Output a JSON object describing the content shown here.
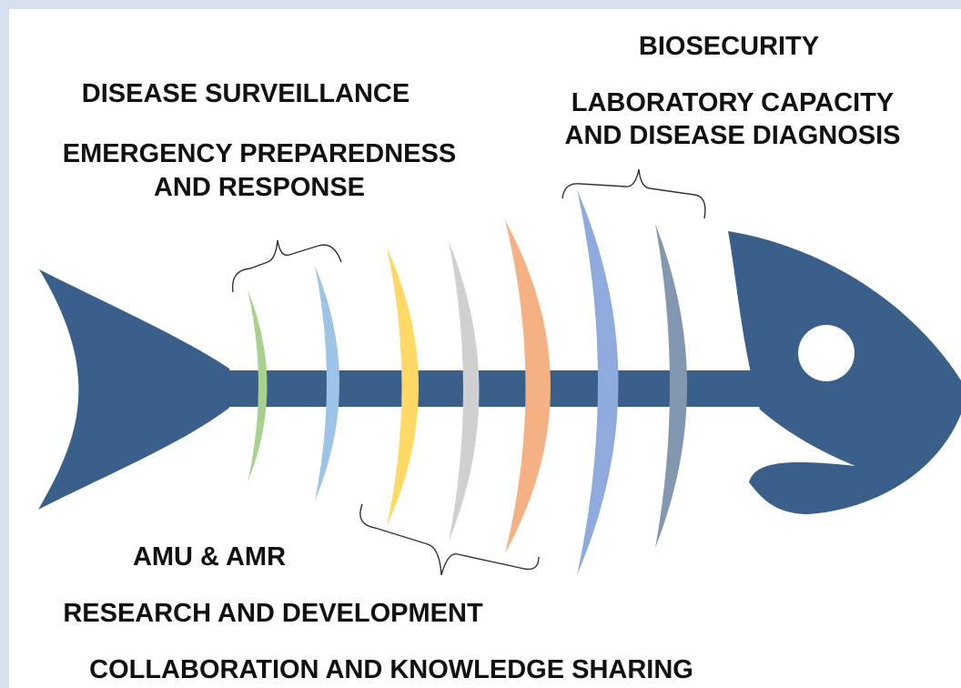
{
  "labels": {
    "biosecurity": "BIOSECURITY",
    "laboratory_line1": "LABORATORY CAPACITY",
    "laboratory_line2": "AND DISEASE DIAGNOSIS",
    "disease_surveillance": "DISEASE SURVEILLANCE",
    "emergency_line1": "EMERGENCY PREPAREDNESS",
    "emergency_line2": "AND RESPONSE",
    "amu_amr": "AMU & AMR",
    "research": "RESEARCH AND DEVELOPMENT",
    "collaboration": "COLLABORATION AND KNOWLEDGE SHARING"
  },
  "colors": {
    "fish_body": "#3a5f8a",
    "frame": "#d5e0ec",
    "bone_green": "#a9d18e",
    "bone_light_blue": "#9dc3e6",
    "bone_yellow": "#ffd966",
    "bone_gray": "#d0d0d0",
    "bone_orange": "#f4b183",
    "bone_periwinkle": "#8faadc",
    "bone_slate": "#8497b0",
    "bracket": "#333333"
  }
}
